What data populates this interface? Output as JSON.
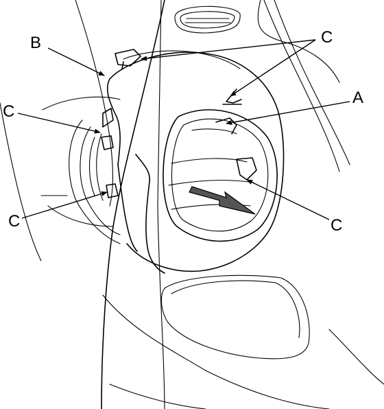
{
  "callouts": {
    "a": "A",
    "b": "B",
    "c_top": "C",
    "c_left": "C",
    "c_bottom_left": "C",
    "c_right": "C"
  },
  "colors": {
    "line": "#000000",
    "background": "#ffffff",
    "arrow_fill": "#555555"
  }
}
